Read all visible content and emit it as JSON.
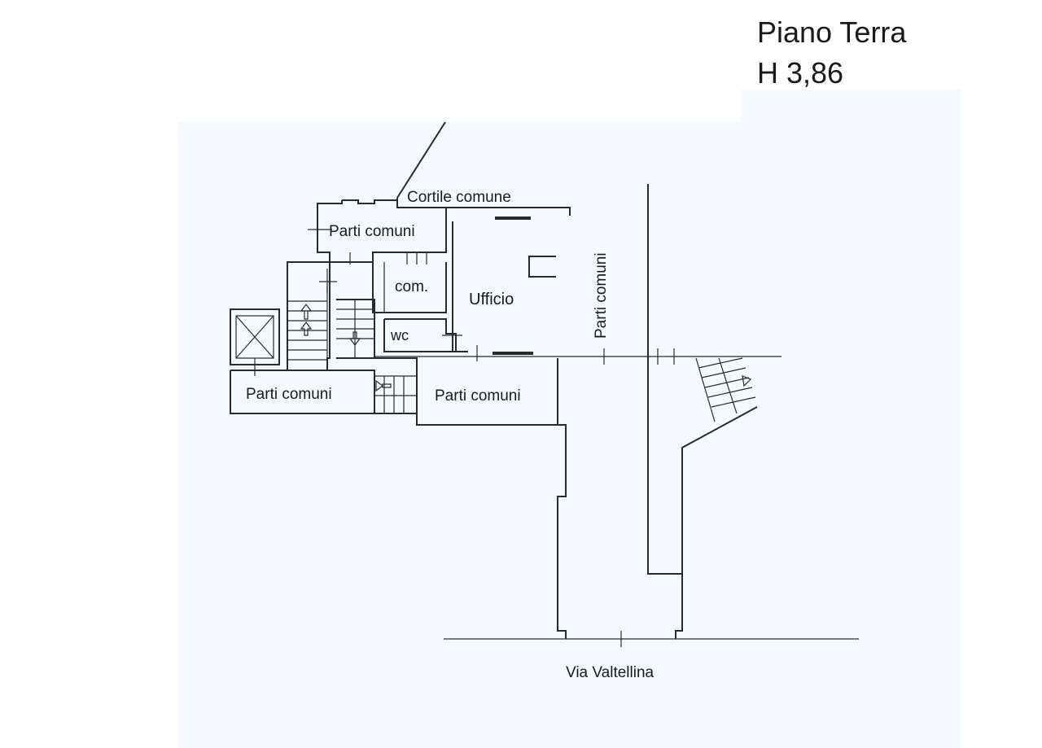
{
  "title": {
    "line1": "Piano Terra",
    "line2": "H 3,86"
  },
  "colors": {
    "paper": "#f5f9fd",
    "ink": "#2a2a2a"
  },
  "labels": {
    "cortile": "Cortile comune",
    "parti_top": "Parti comuni",
    "com": "com.",
    "ufficio": "Ufficio",
    "wc": "wc",
    "parti_vertical": "Parti comuni",
    "parti_left": "Parti comuni",
    "parti_center": "Parti comuni",
    "street": "Via Valtellina"
  }
}
